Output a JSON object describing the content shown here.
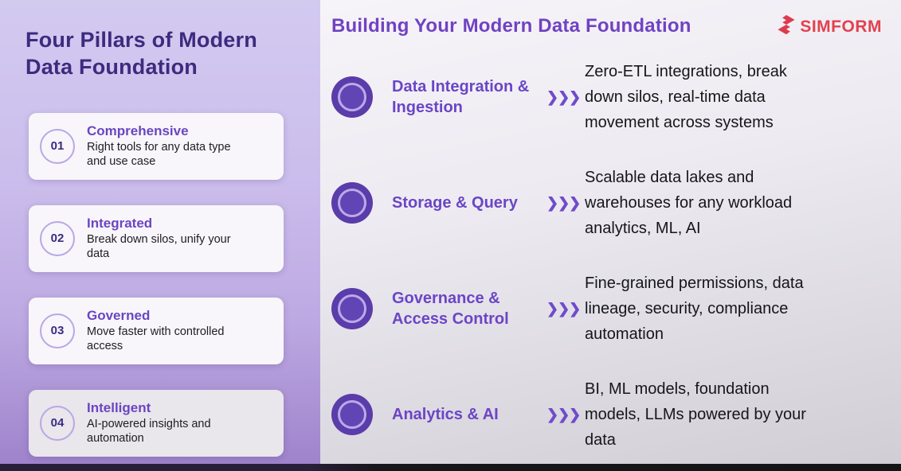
{
  "sidebar": {
    "title": "Four Pillars of Modern Data Foundation",
    "cards": [
      {
        "number": "01",
        "title": "Comprehensive",
        "description": "Right tools for any data type and use case"
      },
      {
        "number": "02",
        "title": "Integrated",
        "description": "Break down silos, unify your data"
      },
      {
        "number": "03",
        "title": "Governed",
        "description": "Move faster with controlled access"
      },
      {
        "number": "04",
        "title": "Intelligent",
        "description": "AI-powered insights and automation"
      }
    ]
  },
  "main": {
    "title": "Building Your Modern Data Foundation",
    "chevrons": "❯❯❯",
    "rows": [
      {
        "title": "Data Integration & Ingestion",
        "description": "Zero-ETL integrations, break down silos, real-time data movement across systems"
      },
      {
        "title": "Storage & Query",
        "description": "Scalable data lakes and warehouses for any workload analytics, ML, AI"
      },
      {
        "title": "Governance & Access Control",
        "description": "Fine-grained permissions, data lineage, security, compliance automation"
      },
      {
        "title": "Analytics & AI",
        "description": "BI, ML models, foundation models, LLMs powered by your data"
      }
    ]
  },
  "logo": {
    "text": "SIMFORM"
  },
  "colors": {
    "sidebar_gradient_top": "#d3caf0",
    "sidebar_gradient_bottom": "#9d81ca",
    "sidebar_title": "#3f2a7f",
    "card_background": "#f8f6fa",
    "card_title_purple": "#6a45c2",
    "main_title_purple": "#7142c2",
    "row_title_purple": "#6b45c6",
    "icon_purple": "#5a3caa",
    "icon_ring": "#bca9ea",
    "chevron_purple": "#6f4bca",
    "logo_red": "#e2414f",
    "body_text": "#16161a"
  }
}
